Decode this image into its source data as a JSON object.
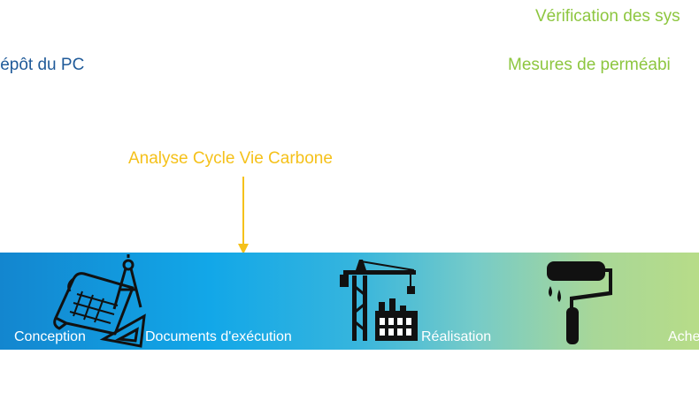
{
  "labels": {
    "depot": "lépôt du PC",
    "verification": "Vérification des sys",
    "mesures": "Mesures de perméabi",
    "acv": "Analyse Cycle Vie Carbone"
  },
  "phases": {
    "conception": "Conception",
    "documents": "Documents d'exécution",
    "realisation": "Réalisation",
    "acheve": "Ache"
  },
  "colors": {
    "blue_text": "#1f5a99",
    "green_text": "#8dc63f",
    "gold_text": "#f5c11a",
    "band_start": "#1386cf",
    "band_end": "#b7dc88"
  },
  "icons": [
    "blueprint-compass-icon",
    "crane-factory-icon",
    "paint-roller-icon"
  ]
}
